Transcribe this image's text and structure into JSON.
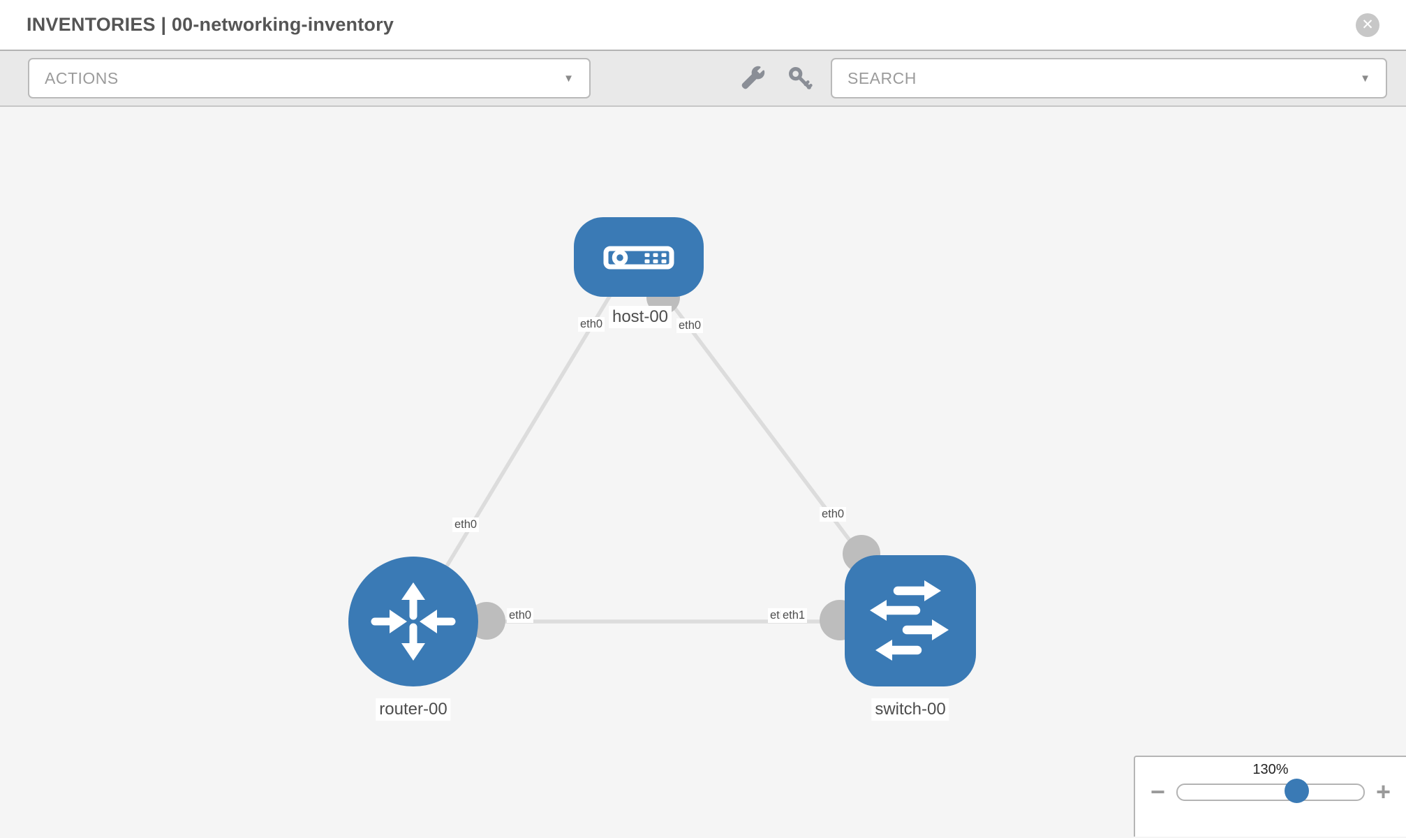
{
  "header": {
    "title": "INVENTORIES | 00-networking-inventory",
    "close_icon": "✕"
  },
  "toolbar": {
    "actions_label": "ACTIONS",
    "search_label": "SEARCH",
    "caret": "▼",
    "wrench_icon": "wrench",
    "key_icon": "key"
  },
  "colors": {
    "node_blue": "#3a7ab5",
    "link_gray": "#dcdcdc",
    "interface_gray": "#bdbdbd"
  },
  "topology": {
    "nodes": [
      {
        "id": "host-00",
        "type": "host",
        "label": "host-00"
      },
      {
        "id": "router-00",
        "type": "router",
        "label": "router-00"
      },
      {
        "id": "switch-00",
        "type": "switch",
        "label": "switch-00"
      }
    ],
    "links": [
      {
        "from": "host-00",
        "from_if": "eth0",
        "to": "router-00",
        "to_if": "eth0"
      },
      {
        "from": "host-00",
        "from_if": "eth0",
        "to": "switch-00",
        "to_if": "eth0"
      },
      {
        "from": "router-00",
        "from_if": "eth0",
        "to": "switch-00",
        "to_if": "eth1",
        "to_if_overlapped": "eth0"
      }
    ]
  },
  "zoom_control": {
    "value": "130%",
    "minus_icon": "−",
    "plus_icon": "+"
  }
}
